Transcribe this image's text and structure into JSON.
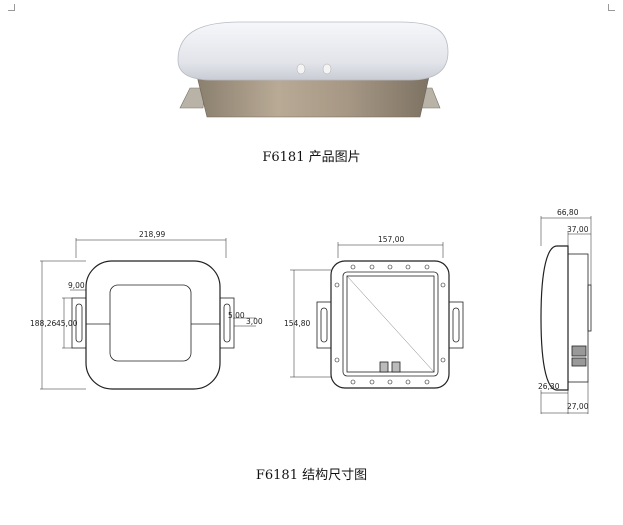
{
  "captions": {
    "photo": "F6181 产品图片",
    "drawing": "F6181 结构尺寸图"
  },
  "dimensions": {
    "front_width": "218,99",
    "front_height": "188,26",
    "bracket_height": "45,00",
    "bracket_gap": "9,00",
    "slot_width": "5,00",
    "slot_len": "3,00",
    "back_width": "157,00",
    "back_height": "154,80",
    "side_depth": "66,80",
    "side_housing": "37,00",
    "side_base": "26,30",
    "side_base_depth": "27,00"
  },
  "colors": {
    "line": "#222222",
    "dome": "#e9ebf1",
    "metal": "#a89a86"
  }
}
